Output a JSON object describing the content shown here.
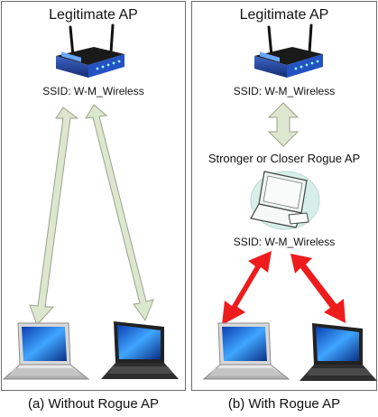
{
  "panel_a": {
    "title": "Legitimate AP",
    "ssid": "SSID: W-M_Wireless",
    "caption": "(a) Without Rogue AP"
  },
  "panel_b": {
    "title": "Legitimate AP",
    "ssid": "SSID: W-M_Wireless",
    "rogue_title": "Stronger or Closer Rogue AP",
    "rogue_ssid": "SSID: W-M_Wireless",
    "caption": "(b) With Rogue AP"
  },
  "colors": {
    "border": "#6d6d6d",
    "arrow_fill": "#dde6cf",
    "arrow_stroke": "#9aa48a",
    "rogue_arrow": "#ee1c1c",
    "router_body": "#1d3f93",
    "router_front": "#2d63d6",
    "rogue_halo": "#d7efe9"
  },
  "icons": {
    "router": "wireless-router-icon",
    "rogue": "rogue-laptop-icon",
    "laptop_silver": "silver-laptop-icon",
    "laptop_black": "black-laptop-icon"
  }
}
